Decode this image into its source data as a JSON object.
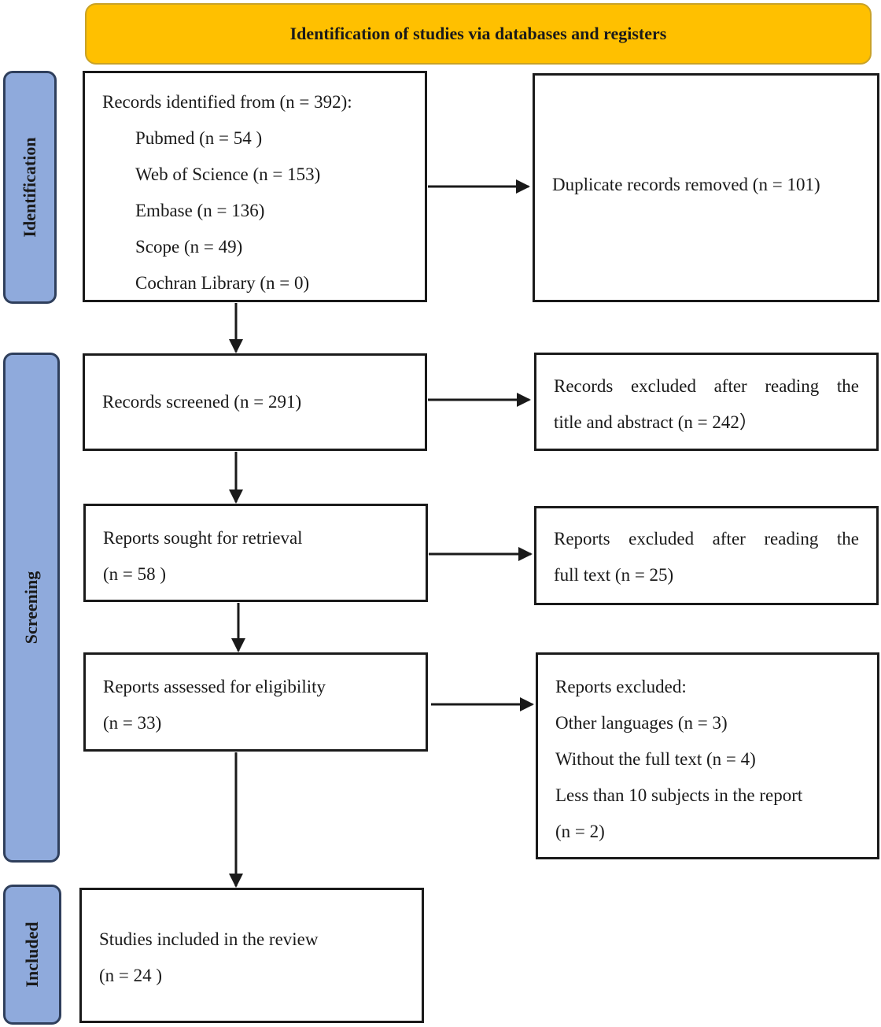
{
  "header": {
    "title": "Identification of studies via databases and registers"
  },
  "phases": {
    "identification": "Identification",
    "screening": "Screening",
    "included": "Included"
  },
  "identified": {
    "title": "Records identified from (n = 392):",
    "sources": [
      "Pubmed (n = 54 )",
      "Web of Science (n = 153)",
      "Embase (n = 136)",
      "Scope (n = 49)",
      "Cochran Library (n = 0)"
    ]
  },
  "duplicates": {
    "text": "Duplicate records removed (n = 101)"
  },
  "screened": {
    "text": "Records screened (n = 291)"
  },
  "excluded_title": {
    "line1": "Records excluded after reading the",
    "line2": "title and abstract (n = 242）"
  },
  "sought": {
    "line1": "Reports sought for retrieval",
    "line2": "(n = 58 )"
  },
  "excluded_fulltext": {
    "line1": "Reports excluded after reading the",
    "line2": "full text (n = 25)"
  },
  "assessed": {
    "line1": "Reports assessed for eligibility",
    "line2": "(n = 33)"
  },
  "excluded_reports": {
    "title": "Reports excluded:",
    "reasons": [
      "Other languages (n = 3)",
      "Without the full text (n = 4)",
      "Less than 10 subjects in the report",
      "(n = 2)"
    ]
  },
  "included": {
    "line1": "Studies included in the review",
    "line2": "(n = 24 )"
  }
}
